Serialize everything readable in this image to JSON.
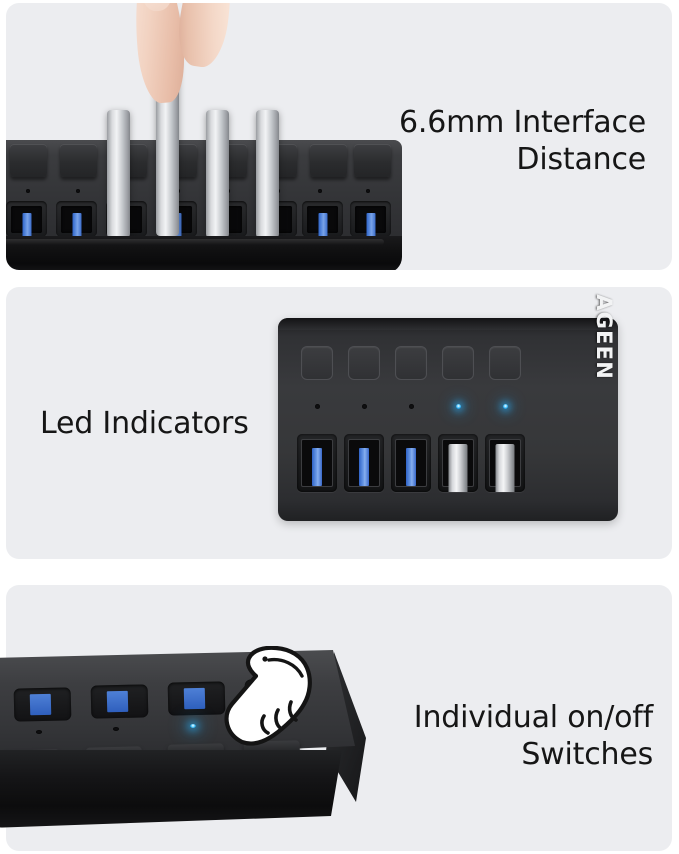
{
  "page": {
    "background_color": "#ffffff",
    "panel_background_color": "#ecedf0",
    "text_color": "#161616",
    "accent_led_color": "#29ace9",
    "usb3_blue_color": "#3a6ccb",
    "hub_body_color": "#36373a"
  },
  "panels": [
    {
      "id": "interface-distance",
      "caption": "6.6mm Interface\nDistance",
      "caption_align": "right",
      "product": {
        "type": "usb-hub-front-view",
        "port_count": 8,
        "switch_count": 8,
        "inserted_drive_count": 4,
        "visible_blue_port_count": 4,
        "led_states": [
          "off",
          "off",
          "off",
          "off",
          "off",
          "off",
          "off",
          "off"
        ],
        "hand_present": true,
        "hand_style": "photographic-fingers"
      }
    },
    {
      "id": "led-indicators",
      "caption": "Led Indicators",
      "caption_align": "left",
      "product": {
        "type": "usb-hub-straight-view",
        "brand": "AGEEN",
        "port_count": 5,
        "switch_count": 5,
        "inserted_drive_count": 2,
        "led_states": [
          "off",
          "off",
          "off",
          "on",
          "on"
        ],
        "port_states": [
          "empty",
          "empty",
          "empty",
          "occupied",
          "occupied"
        ],
        "hand_present": false
      }
    },
    {
      "id": "individual-switches",
      "caption": "Individual on/off\nSwitches",
      "caption_align": "right",
      "product": {
        "type": "usb-hub-perspective-view",
        "port_count": 4,
        "switch_count": 4,
        "inserted_drive_count": 0,
        "led_states": [
          "off",
          "off",
          "on",
          "off"
        ],
        "hand_present": true,
        "hand_style": "cartoon-pointing-hand"
      }
    }
  ]
}
